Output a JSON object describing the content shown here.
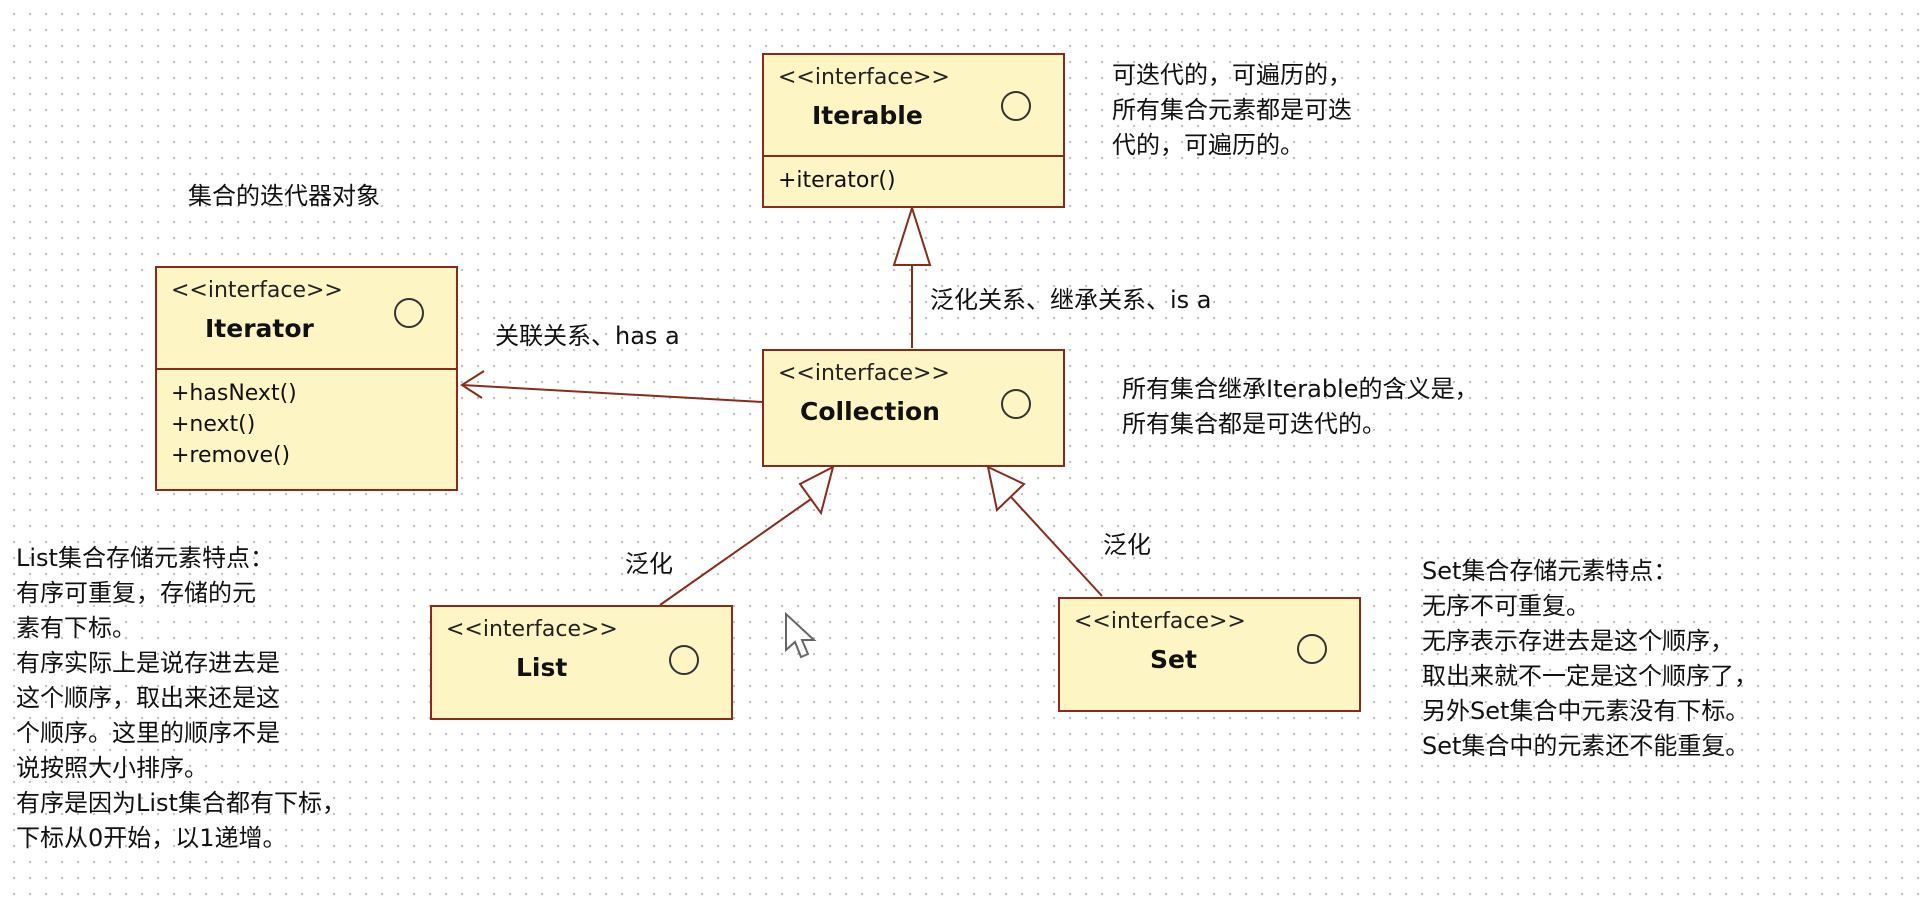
{
  "interfaces": {
    "iterable": {
      "stereotype": "<<interface>>",
      "name": "Iterable",
      "operations": [
        "+iterator()"
      ]
    },
    "iterator": {
      "stereotype": "<<interface>>",
      "name": "Iterator",
      "operations": [
        "+hasNext()",
        "+next()",
        "+remove()"
      ]
    },
    "collection": {
      "stereotype": "<<interface>>",
      "name": "Collection",
      "operations": []
    },
    "list": {
      "stereotype": "<<interface>>",
      "name": "List",
      "operations": []
    },
    "set": {
      "stereotype": "<<interface>>",
      "name": "Set",
      "operations": []
    }
  },
  "relations": {
    "generalization_main": "泛化关系、继承关系、is a",
    "association": "关联关系、has a",
    "generalization_list": "泛化",
    "generalization_set": "泛化"
  },
  "notes": {
    "iterator_title": "集合的迭代器对象",
    "iterable_note": [
      "可迭代的，可遍历的，",
      "所有集合元素都是可迭",
      "代的，可遍历的。"
    ],
    "collection_note": [
      "所有集合继承Iterable的含义是，",
      "所有集合都是可迭代的。"
    ],
    "list_note": [
      "List集合存储元素特点：",
      "有序可重复，存储的元",
      "素有下标。",
      "有序实际上是说存进去是",
      "这个顺序，取出来还是这",
      "个顺序。这里的顺序不是",
      "说按照大小排序。",
      "有序是因为List集合都有下标，",
      "下标从0开始，以1递增。"
    ],
    "set_note": [
      "Set集合存储元素特点：",
      "无序不可重复。",
      "无序表示存进去是这个顺序，",
      "取出来就不一定是这个顺序了，",
      "另外Set集合中元素没有下标。",
      "Set集合中的元素还不能重复。"
    ]
  },
  "colors": {
    "box_fill": "#fdf6c4",
    "box_border": "#8a2a1a",
    "arrow": "#8a2a1a",
    "grid_dot": "#c4c4c4"
  }
}
